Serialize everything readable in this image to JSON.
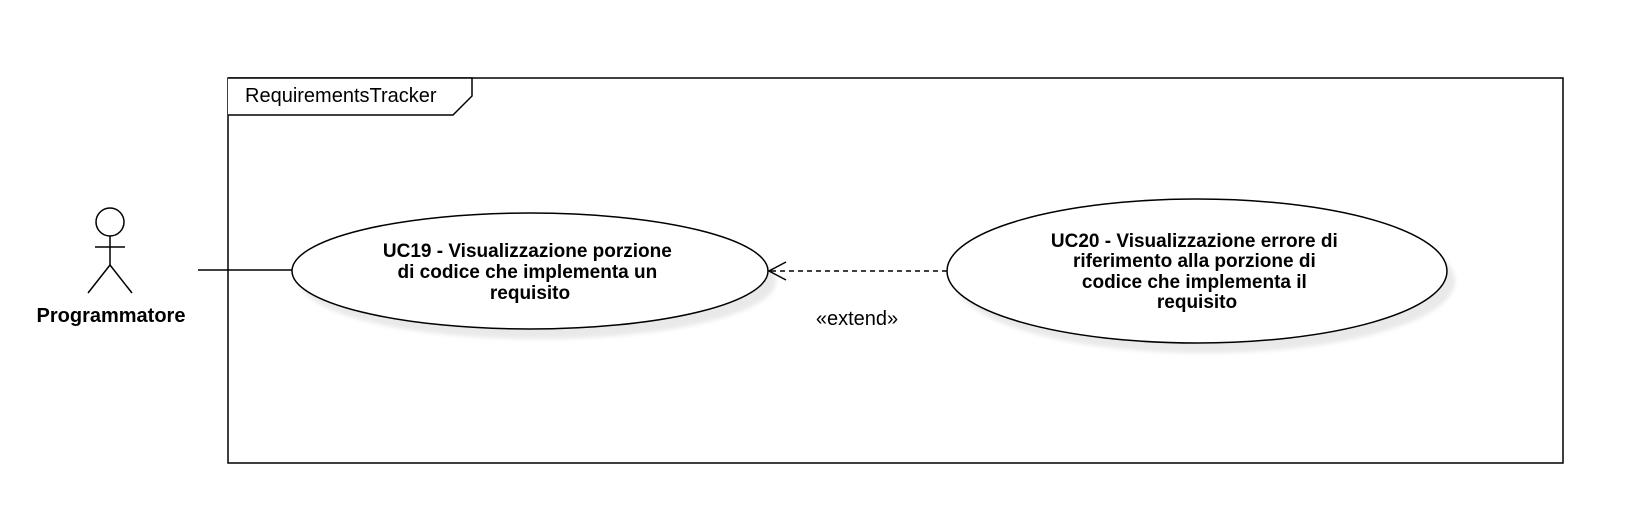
{
  "diagram": {
    "type": "uml-use-case",
    "system": {
      "name": "RequirementsTracker"
    },
    "actor": {
      "name": "Programmatore"
    },
    "use_cases": [
      {
        "id": "UC19",
        "lines": [
          "UC19 - Visualizzazione porzione",
          "di codice che implementa un",
          "requisito"
        ]
      },
      {
        "id": "UC20",
        "lines": [
          "UC20 - Visualizzazione errore di",
          "riferimento alla porzione di",
          "codice che implementa il",
          "requisito"
        ]
      }
    ],
    "relations": [
      {
        "from": "Programmatore",
        "to": "UC19",
        "kind": "association"
      },
      {
        "from": "UC20",
        "to": "UC19",
        "kind": "extend",
        "label": "«extend»"
      }
    ]
  }
}
